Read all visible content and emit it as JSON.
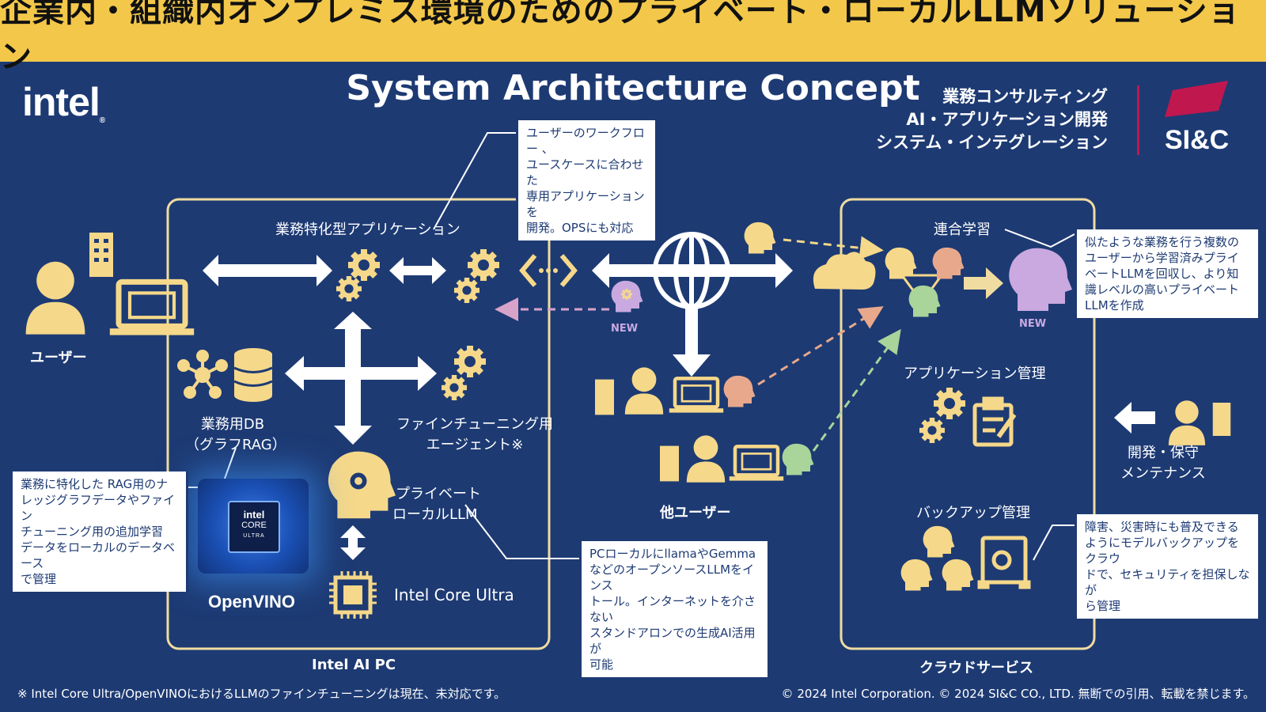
{
  "header": {
    "title": "企業内・組織内オンプレミス環境のためのプライベート・ローカルLLMソリューション",
    "subtitle": "System Architecture Concept"
  },
  "logos": {
    "intel": "intel",
    "sic": "SI&C",
    "sic_services": [
      "業務コンサルティング",
      "AI・アプリケーション開発",
      "システム・インテグレーション"
    ],
    "openvino": "OpenVINO",
    "chip_line1": "intel",
    "chip_line2": "CORE",
    "chip_line3": "ULTRA"
  },
  "colors": {
    "background": "#1d3a73",
    "header_bar": "#f3c84a",
    "icon_yellow": "#f5d88a",
    "frame": "#f0dca0",
    "accent_magenta": "#c0174f",
    "new_purple": "#c9a9e0"
  },
  "labels": {
    "user": "ユーザー",
    "business_app": "業務特化型アプリケーション",
    "business_db_line1": "業務用DB",
    "business_db_line2": "（グラフRAG）",
    "finetune_agent_line1": "ファインチューニング用",
    "finetune_agent_line2": "エージェント※",
    "private_llm_line1": "プライベート",
    "private_llm_line2": "ローカルLLM",
    "intel_core_ultra": "Intel Core Ultra",
    "intel_ai_pc": "Intel AI PC",
    "other_users": "他ユーザー",
    "federated_learning": "連合学習",
    "app_management": "アプリケーション管理",
    "backup_management": "バックアップ管理",
    "dev_maintenance_line1": "開発・保守",
    "dev_maintenance_line2": "メンテナンス",
    "cloud_service": "クラウドサービス",
    "new_badge": "NEW"
  },
  "callouts": {
    "app_dev": [
      "ユーザーのワークフロー 、",
      "ユースケースに合わせた",
      "専用アプリケーションを",
      "開発。OPSにも対応"
    ],
    "federated": [
      "似たような業務を行う複数の",
      "ユーザーから学習済みプライ",
      "ベートLLMを回収し、より知",
      "識レベルの高いプライベート",
      "LLMを作成"
    ],
    "rag_data": [
      "業務に特化した RAG用のナ",
      "レッジグラフデータやファイン",
      "チューニング用の追加学習",
      "データをローカルのデータベース",
      "で管理"
    ],
    "local_llm": [
      "PCローカルにllamaやGemma",
      "などのオープンソースLLMをインス",
      "トール。インターネットを介さない",
      "スタンドアロンでの生成AI活用が",
      "可能"
    ],
    "backup": [
      "障害、災害時にも普及できる",
      "ようにモデルバックアップをクラウ",
      "ドで、セキュリティを担保しなが",
      "ら管理"
    ]
  },
  "footer": {
    "note": "※ Intel Core Ultra/OpenVINOにおけるLLMのファインチューニングは現在、未対応です。",
    "copyright": "© 2024 Intel Corporation. © 2024 SI&C CO., LTD.  無断での引用、転載を禁じます。"
  }
}
